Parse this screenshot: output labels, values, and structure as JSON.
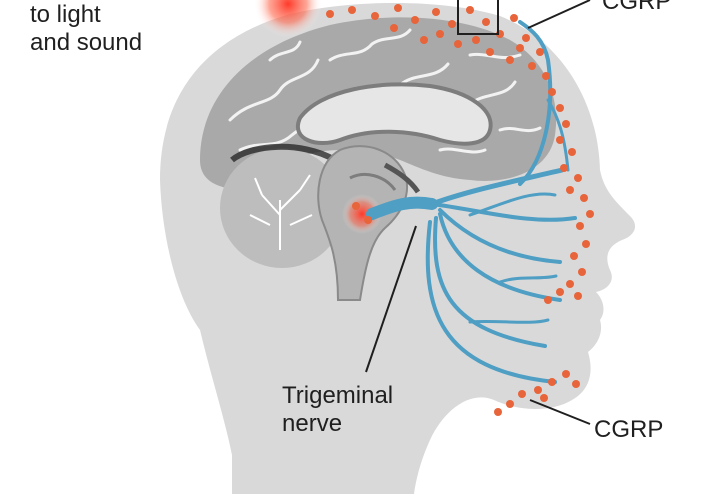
{
  "labels": {
    "sensitivity": [
      "to light",
      "and sound"
    ],
    "cgrp_top": "CGRP",
    "trigeminal": [
      "Trigeminal",
      "nerve"
    ],
    "cgrp_bottom": "CGRP"
  },
  "colors": {
    "head": "#d9d9d9",
    "brain": "#a9a9a9",
    "brain_dark": "#7d7d7d",
    "nerve": "#4f9ec4",
    "dots": "#e8643a",
    "glow": "#ff4a3a"
  }
}
